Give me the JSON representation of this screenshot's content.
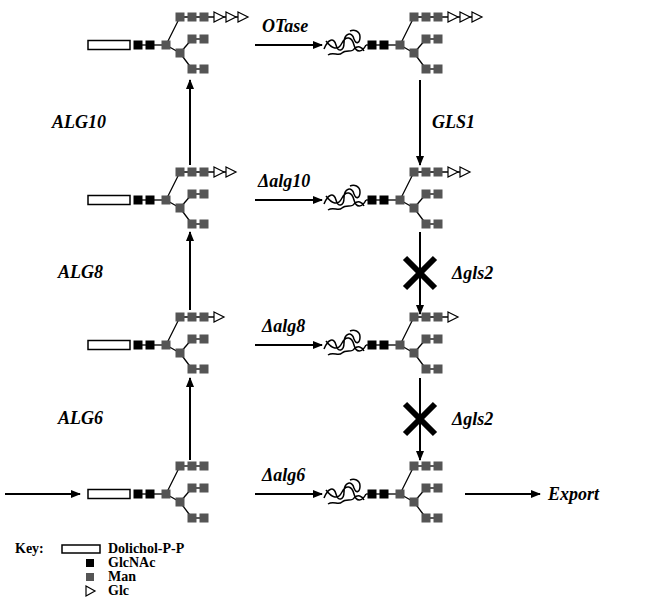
{
  "diagram": {
    "labels": [
      "OTase",
      "ALG10",
      "GLS1",
      "Δalg10",
      "Δgls2",
      "ALG8",
      "Δalg8",
      "Δgls2",
      "ALG6",
      "Δalg6",
      "Export",
      "Key:"
    ],
    "legend": [
      {
        "text": "Dolichol-P-P"
      },
      {
        "text": "GlcNAc"
      },
      {
        "text": "Man"
      },
      {
        "text": "Glc"
      }
    ]
  }
}
